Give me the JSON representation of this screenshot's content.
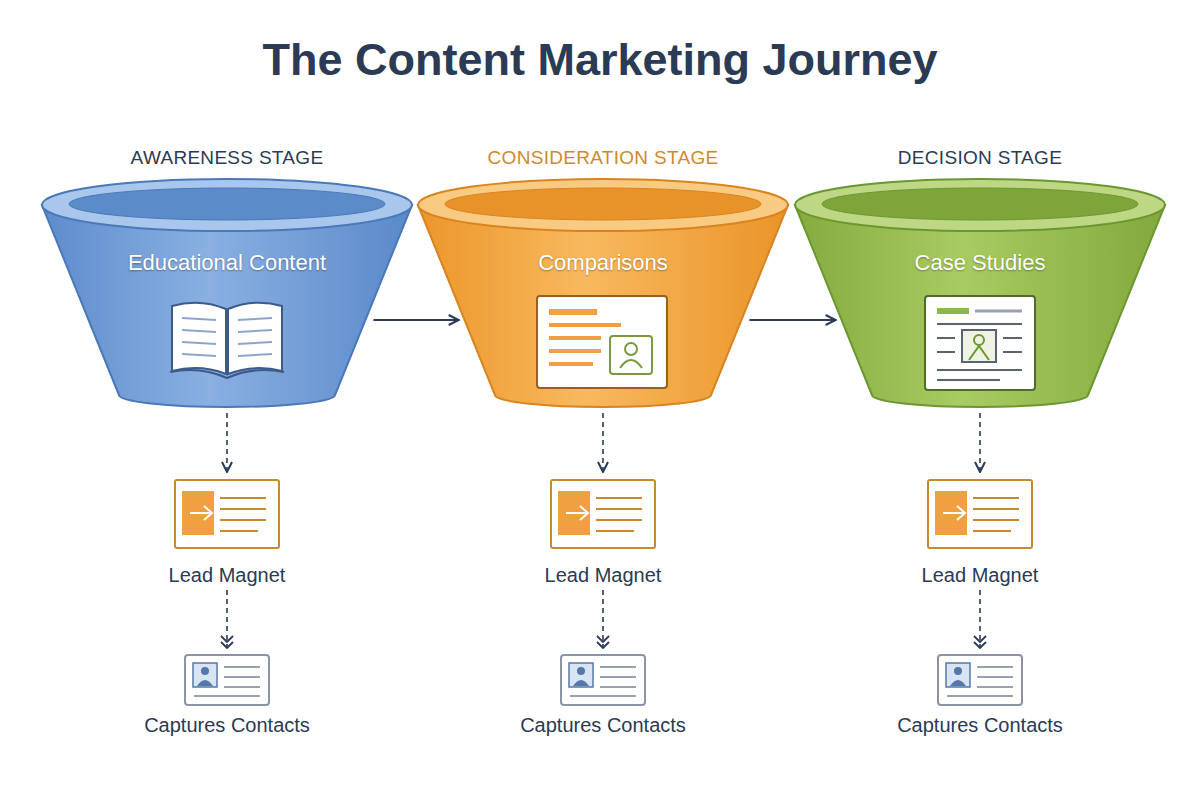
{
  "diagram": {
    "title": "The Content Marketing Journey",
    "nodes": [
      {
        "text": [
          "AWARENESS STAGE",
          "Educational Content"
        ]
      },
      {
        "text": [
          "CONSIDERATION STAGE",
          "Comparisons"
        ]
      },
      {
        "text": [
          "DECISION STAGE",
          "Case Studies"
        ]
      },
      {
        "text": [
          "Lead Magnet"
        ]
      },
      {
        "text": [
          "Lead Magnet"
        ]
      },
      {
        "text": [
          "Lead Magnet"
        ]
      },
      {
        "text": [
          "Captures Contacts"
        ]
      },
      {
        "text": [
          "Captures Contacts"
        ]
      },
      {
        "text": [
          "Captures Contacts"
        ]
      }
    ],
    "edges": [
      {
        "from": 0,
        "to": 1,
        "arrow": "to"
      },
      {
        "from": 1,
        "to": 2,
        "arrow": "to"
      },
      {
        "from": 0,
        "to": 3,
        "arrow": "to"
      },
      {
        "from": 1,
        "to": 4,
        "arrow": "to"
      },
      {
        "from": 2,
        "to": 5,
        "arrow": "to"
      },
      {
        "from": 3,
        "to": 6,
        "arrow": "to"
      },
      {
        "from": 4,
        "to": 7,
        "arrow": "to"
      },
      {
        "from": 5,
        "to": 8,
        "arrow": "to"
      }
    ]
  }
}
